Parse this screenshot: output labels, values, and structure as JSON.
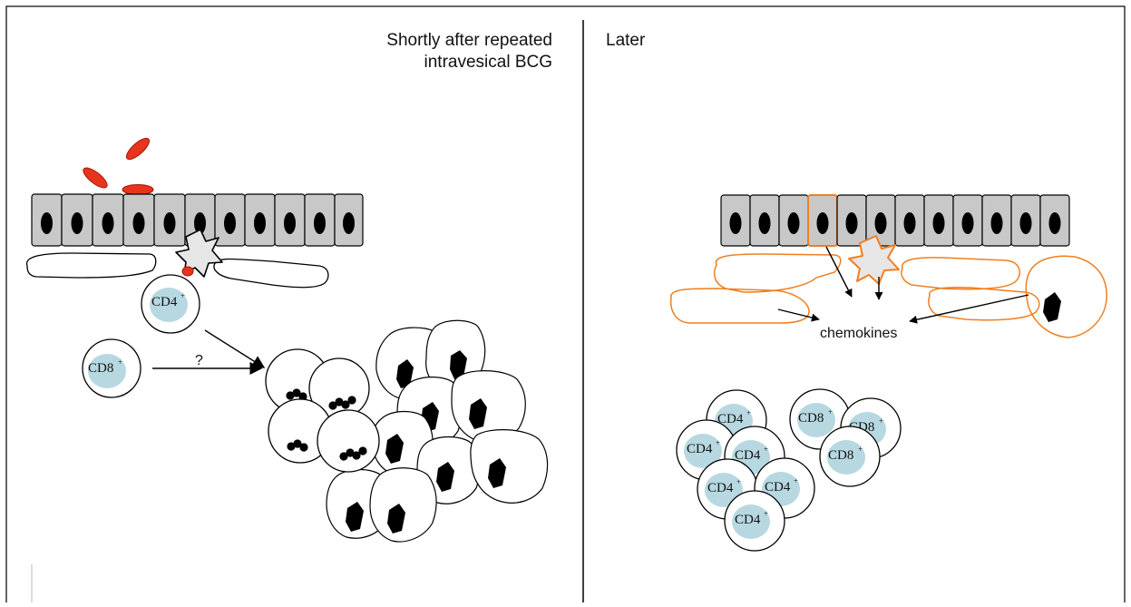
{
  "panels": {
    "left": {
      "title_line1": "Shortly after repeated",
      "title_line2": "intravesical BCG"
    },
    "right": {
      "title": "Later"
    }
  },
  "labels": {
    "cd4": "CD4",
    "cd8": "CD8",
    "superscript": "+",
    "question": "?",
    "chemokines": "chemokines"
  },
  "colors": {
    "bcg_bacteria": "#e8341c",
    "activated_outline": "#f07f20",
    "epithelial_fill": "#c8c8c8",
    "lymphocyte_nucleus": "#b7d8e1",
    "line": "#000000"
  }
}
